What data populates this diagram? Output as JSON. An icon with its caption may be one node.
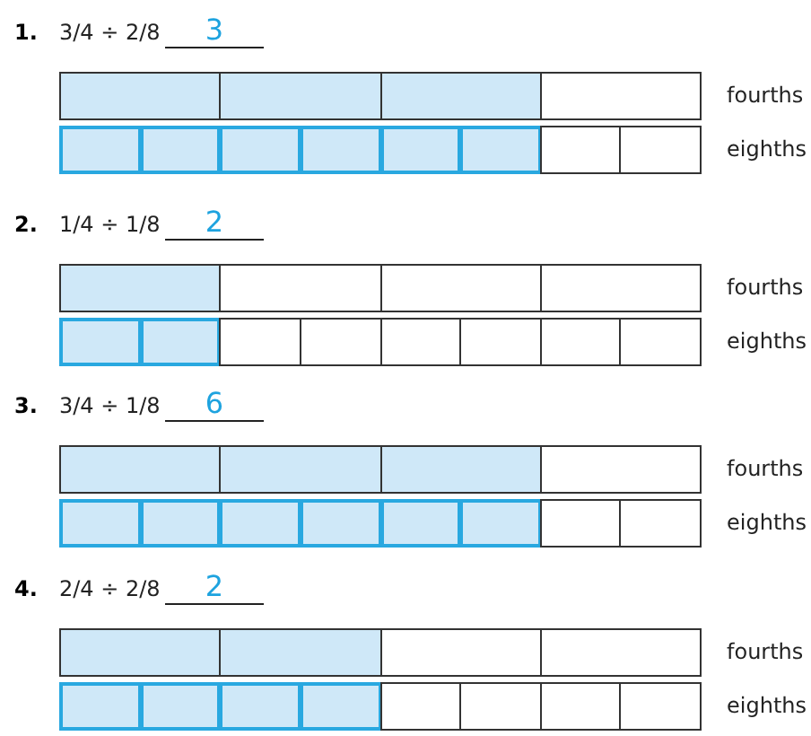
{
  "diagram": {
    "nodes": [
      {
        "text": [],
        "shape": "box"
      },
      {
        "text": [],
        "shape": "box"
      },
      {
        "text": [],
        "shape": "box"
      },
      {
        "text": [],
        "shape": "box"
      },
      {
        "text": [],
        "shape": "box"
      },
      {
        "text": [],
        "shape": "box"
      },
      {
        "text": [],
        "shape": "box"
      },
      {
        "text": [],
        "shape": "box"
      },
      {
        "text": [],
        "shape": "box"
      },
      {
        "text": [],
        "shape": "box"
      },
      {
        "text": [],
        "shape": "box"
      },
      {
        "text": [],
        "shape": "box"
      },
      {
        "text": [],
        "shape": "box"
      },
      {
        "text": [],
        "shape": "box"
      },
      {
        "text": [],
        "shape": "box"
      },
      {
        "text": [],
        "shape": "box"
      },
      {
        "text": [],
        "shape": "box"
      },
      {
        "text": [],
        "shape": "box"
      },
      {
        "text": [],
        "shape": "box"
      },
      {
        "text": [],
        "shape": "box"
      },
      {
        "text": [],
        "shape": "box"
      },
      {
        "text": [],
        "shape": "box"
      },
      {
        "text": [],
        "shape": "box"
      },
      {
        "text": [],
        "shape": "box"
      },
      {
        "text": [],
        "shape": "box"
      },
      {
        "text": [],
        "shape": "box"
      },
      {
        "text": [],
        "shape": "box"
      },
      {
        "text": [],
        "shape": "box"
      },
      {
        "text": [],
        "shape": "box"
      },
      {
        "text": [],
        "shape": "box"
      },
      {
        "text": [],
        "shape": "box"
      },
      {
        "text": [],
        "shape": "box"
      },
      {
        "text": [],
        "shape": "box"
      },
      {
        "text": [],
        "shape": "box"
      },
      {
        "text": [],
        "shape": "box"
      },
      {
        "text": [],
        "shape": "box"
      },
      {
        "text": [],
        "shape": "box"
      },
      {
        "text": [],
        "shape": "box"
      },
      {
        "text": [],
        "shape": "box"
      },
      {
        "text": [],
        "shape": "box"
      },
      {
        "text": [],
        "shape": "box"
      },
      {
        "text": [],
        "shape": "box"
      },
      {
        "text": [],
        "shape": "box"
      },
      {
        "text": [],
        "shape": "box"
      },
      {
        "text": [],
        "shape": "box"
      },
      {
        "text": [],
        "shape": "box"
      },
      {
        "text": [],
        "shape": "box"
      },
      {
        "text": [],
        "shape": "box"
      }
    ],
    "labels": [
      "1.",
      "3/4 ÷ 2/8",
      "3",
      "fourths",
      "eighths",
      "2.",
      "1/4 ÷ 1/8",
      "2",
      "fourths",
      "eighths",
      "3.",
      "3/4 ÷ 1/8",
      "6",
      "fourths",
      "eighths",
      "4.",
      "2/4 ÷ 2/8",
      "2",
      "fourths",
      "eighths"
    ]
  }
}
